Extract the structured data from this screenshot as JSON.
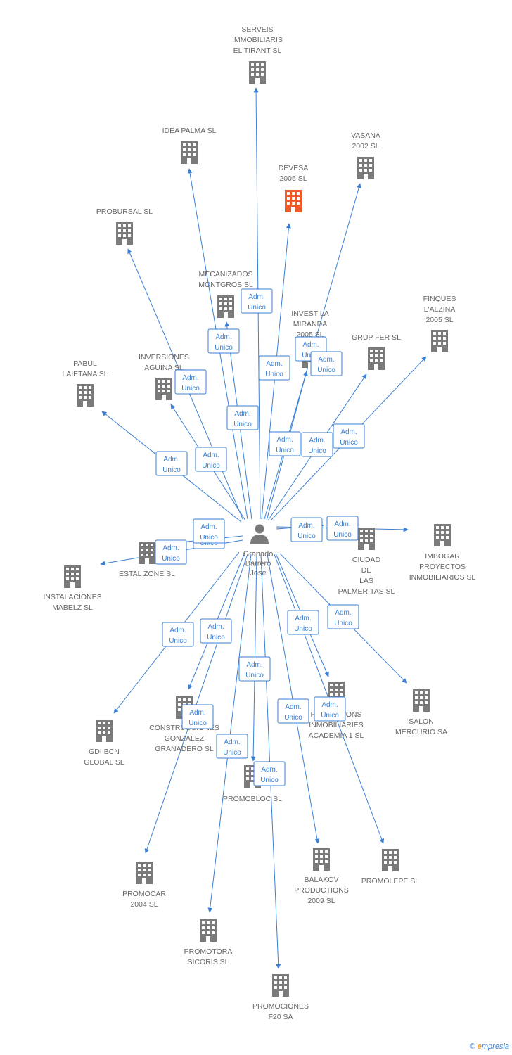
{
  "colors": {
    "edge": "#3a7fd4",
    "company": "#7a7a7a",
    "highlight": "#f05a28",
    "label": "#666666"
  },
  "center": {
    "lines": [
      "Granado",
      "Barrero",
      "Jose"
    ],
    "icon": "person-icon"
  },
  "relation_label": [
    "Adm.",
    "Unico"
  ],
  "companies": [
    {
      "id": "serveis",
      "lines": [
        "SERVEIS",
        "IMMOBILIARIS",
        "EL TIRANT SL"
      ],
      "highlight": false
    },
    {
      "id": "idea",
      "lines": [
        "IDEA PALMA SL"
      ],
      "highlight": false
    },
    {
      "id": "devesa",
      "lines": [
        "DEVESA",
        "2005 SL"
      ],
      "highlight": true
    },
    {
      "id": "vasana",
      "lines": [
        "VASANA",
        "2002 SL"
      ],
      "highlight": false
    },
    {
      "id": "probursal",
      "lines": [
        "PROBURSAL SL"
      ],
      "highlight": false
    },
    {
      "id": "mecanizados",
      "lines": [
        "MECANIZADOS",
        "MONTGROS SL"
      ],
      "highlight": false
    },
    {
      "id": "invest",
      "lines": [
        "INVEST LA",
        "MIRANDA",
        "2005 SL"
      ],
      "highlight": false
    },
    {
      "id": "finques",
      "lines": [
        "FINQUES",
        "L'ALZINA",
        "2005 SL"
      ],
      "highlight": false
    },
    {
      "id": "grupfer",
      "lines": [
        "GRUP FER SL"
      ],
      "highlight": false
    },
    {
      "id": "pabul",
      "lines": [
        "PABUL",
        "LAIETANA SL"
      ],
      "highlight": false
    },
    {
      "id": "inversiones",
      "lines": [
        "INVERSIONES",
        "AGUINA SL"
      ],
      "highlight": false
    },
    {
      "id": "estal",
      "lines": [
        "ESTAL ZONE SL"
      ],
      "highlight": false
    },
    {
      "id": "instalaciones",
      "lines": [
        "INSTALACIONES",
        "MABELZ SL"
      ],
      "highlight": false
    },
    {
      "id": "ciudad",
      "lines": [
        "CIUDAD",
        "DE",
        "LAS",
        "PALMERITAS SL"
      ],
      "highlight": false
    },
    {
      "id": "imbogar",
      "lines": [
        "IMBOGAR",
        "PROYECTOS",
        "INMOBILIARIOS SL"
      ],
      "highlight": false
    },
    {
      "id": "gdi",
      "lines": [
        "GDI BCN",
        "GLOBAL SL"
      ],
      "highlight": false
    },
    {
      "id": "construcciones",
      "lines": [
        "CONSTRUCCIONES",
        "GONZALEZ",
        "GRANADERO SL"
      ],
      "highlight": false
    },
    {
      "id": "promocions",
      "lines": [
        "PROMOCIONS",
        "INMOBILIARIES",
        "ACADEMIA 1 SL"
      ],
      "highlight": false
    },
    {
      "id": "salon",
      "lines": [
        "SALON",
        "MERCURIO SA"
      ],
      "highlight": false
    },
    {
      "id": "promobloc",
      "lines": [
        "PROMOBLOC SL"
      ],
      "highlight": false
    },
    {
      "id": "promocar",
      "lines": [
        "PROMOCAR",
        "2004 SL"
      ],
      "highlight": false
    },
    {
      "id": "balakov",
      "lines": [
        "BALAKOV",
        "PRODUCTIONS",
        "2009 SL"
      ],
      "highlight": false
    },
    {
      "id": "promolepe",
      "lines": [
        "PROMOLEPE SL"
      ],
      "highlight": false
    },
    {
      "id": "sicoris",
      "lines": [
        "PROMOTORA",
        "SICORIS SL"
      ],
      "highlight": false
    },
    {
      "id": "f20",
      "lines": [
        "PROMOCIONES",
        "F20 SA"
      ],
      "highlight": false
    }
  ],
  "footer": {
    "copyright": "©",
    "brand_e": "e",
    "brand_rest": "mpresia"
  }
}
